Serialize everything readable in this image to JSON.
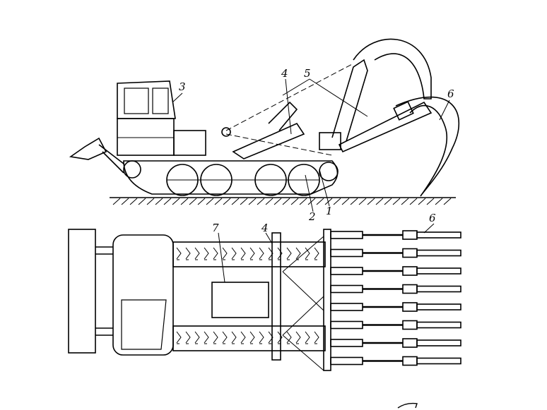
{
  "side_view": {
    "labels": {
      "cab": "3",
      "hydraulic_cylinder": "4",
      "link": "5",
      "ripper_tooth": "6",
      "frame": "2",
      "track": "1"
    }
  },
  "top_view": {
    "labels": {
      "drive": "7",
      "hydraulic_cylinder": "4",
      "ripper_tooth": "6"
    },
    "tooth_rows": 8
  },
  "colors": {
    "ink": "#000000",
    "background": "#ffffff"
  }
}
